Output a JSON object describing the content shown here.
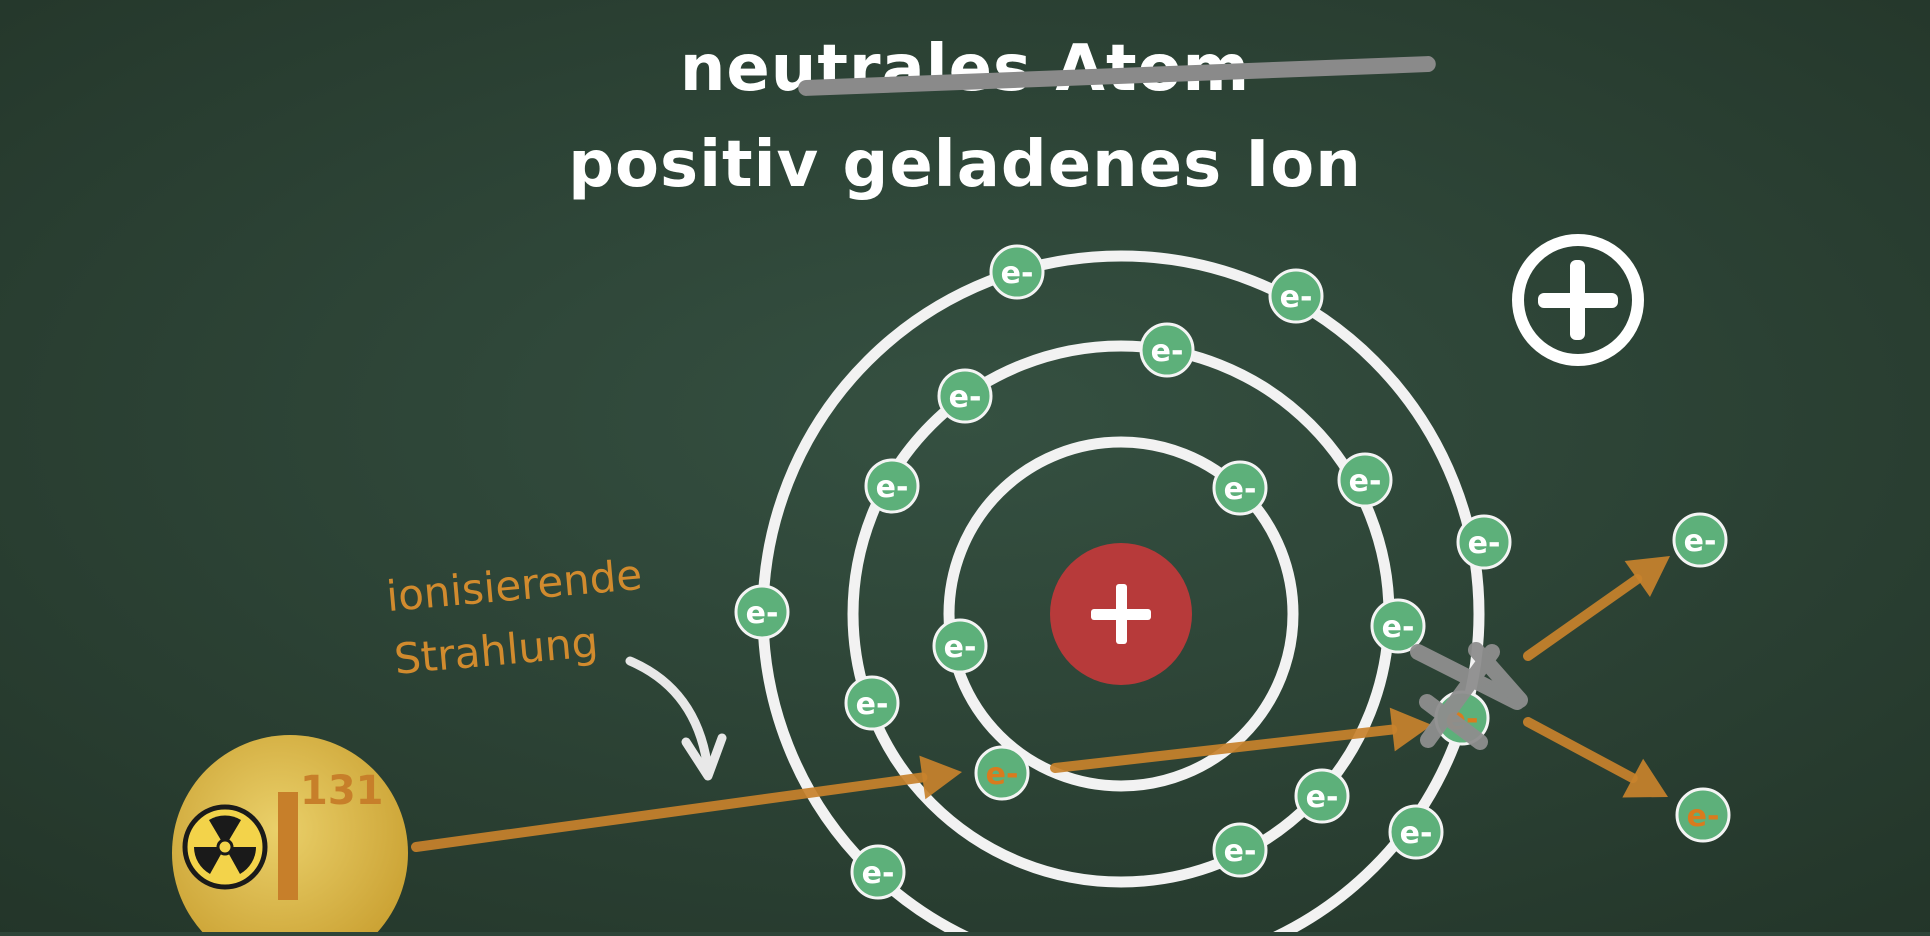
{
  "title": {
    "struck_text": "neutrales Atom",
    "new_text": "positiv geladenes Ion"
  },
  "radiation_label": {
    "line1": "ionisierende",
    "line2": "Strahlung"
  },
  "source": {
    "symbol": "I",
    "mass_number": "131",
    "icon": "radiation-trefoil-icon"
  },
  "nucleus": {
    "symbol": "+",
    "color": "#b83a3a"
  },
  "charge_indicator": {
    "symbol": "+"
  },
  "electron_label": "e-",
  "colors": {
    "board": "#2e4438",
    "electron": "#5db07a",
    "radiation": "#c8822c",
    "orbit": "#ffffff",
    "source_disc": "#d9b43f"
  }
}
